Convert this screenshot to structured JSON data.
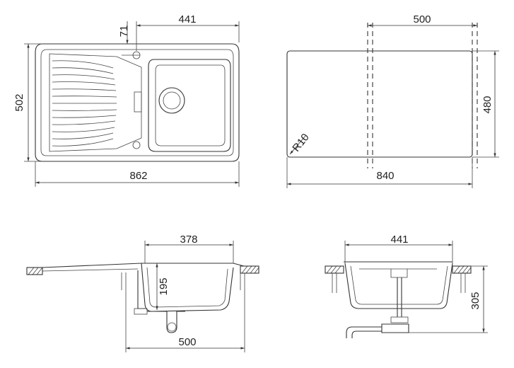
{
  "top_view": {
    "dim_bowl_width": "441",
    "dim_hole_offset": "71",
    "dim_depth": "502",
    "dim_overall_width": "862"
  },
  "cutout_view": {
    "dim_bowl_cutout": "500",
    "dim_height": "480",
    "dim_radius": "R10",
    "dim_width": "840"
  },
  "side_view": {
    "dim_bowl_width": "378",
    "dim_depth": "195",
    "dim_cabinet": "500"
  },
  "front_view": {
    "dim_bowl_width": "441",
    "dim_height": "305"
  }
}
